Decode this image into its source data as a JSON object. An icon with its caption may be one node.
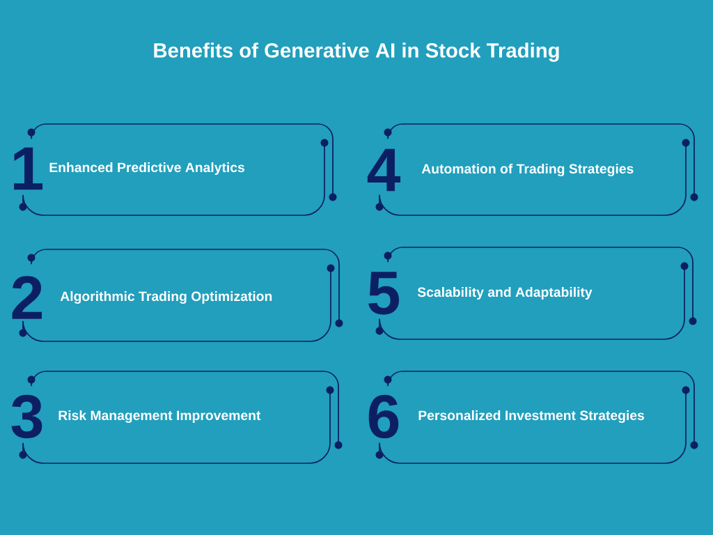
{
  "diagram": {
    "title": "Benefits of Generative AI in Stock Trading",
    "nodes": [
      {
        "text": [
          "1",
          "Enhanced Predictive Analytics"
        ]
      },
      {
        "text": [
          "2",
          "Algorithmic Trading Optimization"
        ]
      },
      {
        "text": [
          "3",
          "Risk Management Improvement"
        ]
      },
      {
        "text": [
          "4",
          "Automation of Trading Strategies"
        ]
      },
      {
        "text": [
          "5",
          "Scalability and Adaptability"
        ]
      },
      {
        "text": [
          "6",
          "Personalized Investment Strategies"
        ]
      }
    ]
  }
}
